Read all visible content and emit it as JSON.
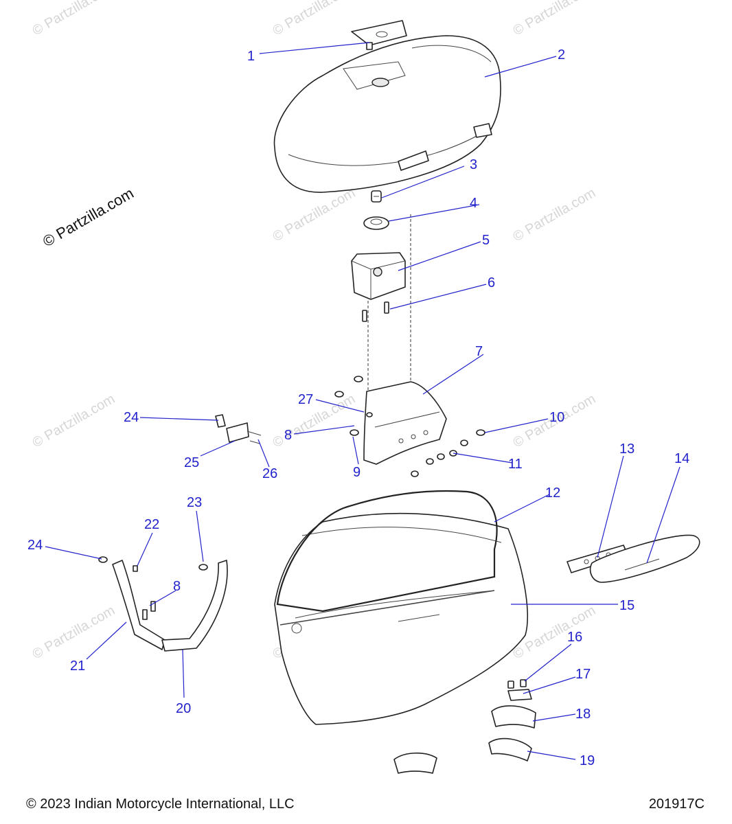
{
  "watermark": "© Partzilla.com",
  "credit": "© Partzilla.com",
  "footer": {
    "copyright": "© 2023 Indian Motorcycle International, LLC",
    "doc_number": "201917C"
  },
  "callouts": [
    "1",
    "2",
    "3",
    "4",
    "5",
    "6",
    "7",
    "8",
    "9",
    "10",
    "11",
    "12",
    "13",
    "14",
    "15",
    "16",
    "17",
    "18",
    "19",
    "20",
    "21",
    "22",
    "23",
    "24",
    "25",
    "26",
    "27",
    "8",
    "24"
  ],
  "colors": {
    "callout": "#2222cc",
    "line": "#222222",
    "watermark": "#d6d6d6"
  }
}
